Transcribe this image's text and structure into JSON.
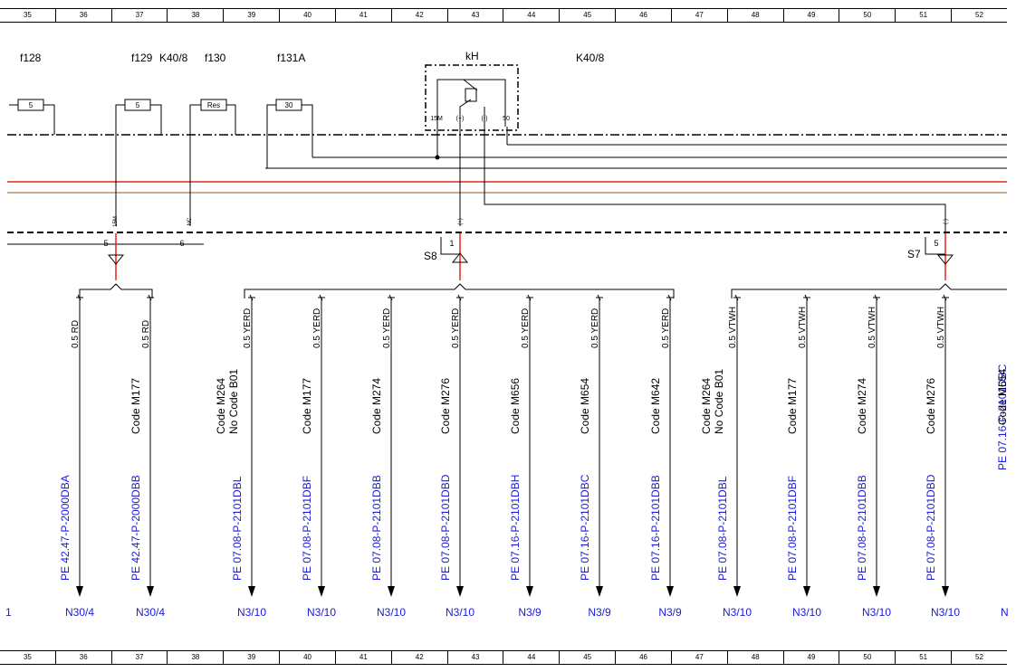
{
  "ruler": [
    "35",
    "36",
    "37",
    "38",
    "39",
    "40",
    "41",
    "42",
    "43",
    "44",
    "45",
    "46",
    "47",
    "48",
    "49",
    "50",
    "51",
    "52"
  ],
  "labels": {
    "f128": "f128",
    "f129": "f129",
    "k40_8_a": "K40/8",
    "f130": "f130",
    "f131a": "f131A",
    "kh": "kH",
    "k40_8_b": "K40/8",
    "s8": "S8",
    "s7": "S7"
  },
  "fuses": {
    "f128": "5",
    "f129": "5",
    "f130": "Res",
    "f131a": "30"
  },
  "relay_pins": [
    "15M",
    "(+)",
    "(-)",
    "50"
  ],
  "connector_pins": {
    "p15m": "15M",
    "pnc": "NC",
    "pplus": "(+)",
    "pminus": "(-)",
    "n5a": "5",
    "n6": "6",
    "n1": "1",
    "n5b": "5"
  },
  "wires": [
    {
      "id": "w1",
      "size": "0.5 RD",
      "code": "",
      "ref": "PE 42.47-P-2000DBA",
      "dest": "N30/4"
    },
    {
      "id": "w2",
      "size": "0.5 RD",
      "code": "Code M177",
      "ref": "PE 42.47-P-2000DBB",
      "dest": "N30/4"
    },
    {
      "id": "w3",
      "size": "0.5 YERD",
      "code": "Code M264",
      "code2": "No  Code B01",
      "ref": "PE 07.08-P-2101DBL",
      "dest": "N3/10"
    },
    {
      "id": "w4",
      "size": "0.5 YERD",
      "code": "Code M177",
      "ref": "PE 07.08-P-2101DBF",
      "dest": "N3/10"
    },
    {
      "id": "w5",
      "size": "0.5 YERD",
      "code": "Code M274",
      "ref": "PE 07.08-P-2101DBB",
      "dest": "N3/10"
    },
    {
      "id": "w6",
      "size": "0.5 YERD",
      "code": "Code M276",
      "ref": "PE 07.08-P-2101DBD",
      "dest": "N3/10"
    },
    {
      "id": "w7",
      "size": "0.5 YERD",
      "code": "Code M656",
      "ref": "PE 07.16-P-2101DBH",
      "dest": "N3/9"
    },
    {
      "id": "w8",
      "size": "0.5 YERD",
      "code": "Code M654",
      "ref": "PE 07.16-P-2101DBC",
      "dest": "N3/9"
    },
    {
      "id": "w9",
      "size": "0.5 YERD",
      "code": "Code M642",
      "ref": "PE 07.16-P-2101DBB",
      "dest": "N3/9"
    },
    {
      "id": "w10",
      "size": "0.5 VTWH",
      "code": "Code M264",
      "code2": "No  Code B01",
      "ref": "PE 07.08-P-2101DBL",
      "dest": "N3/10"
    },
    {
      "id": "w11",
      "size": "0.5 VTWH",
      "code": "Code M177",
      "ref": "PE 07.08-P-2101DBF",
      "dest": "N3/10"
    },
    {
      "id": "w12",
      "size": "0.5 VTWH",
      "code": "Code M274",
      "ref": "PE 07.08-P-2101DBB",
      "dest": "N3/10"
    },
    {
      "id": "w13",
      "size": "0.5 VTWH",
      "code": "Code M276",
      "ref": "PE 07.08-P-2101DBD",
      "dest": "N3/10"
    },
    {
      "id": "w14",
      "size": "",
      "code": "Code M654",
      "ref": "PE 07.16-P-2101DBC",
      "dest": "N"
    }
  ],
  "edge": {
    "left_dest": "1"
  },
  "colors": {
    "red": "#e8221c",
    "brown": "#b8926a",
    "blue": "#1a1adb",
    "black": "#000000"
  }
}
